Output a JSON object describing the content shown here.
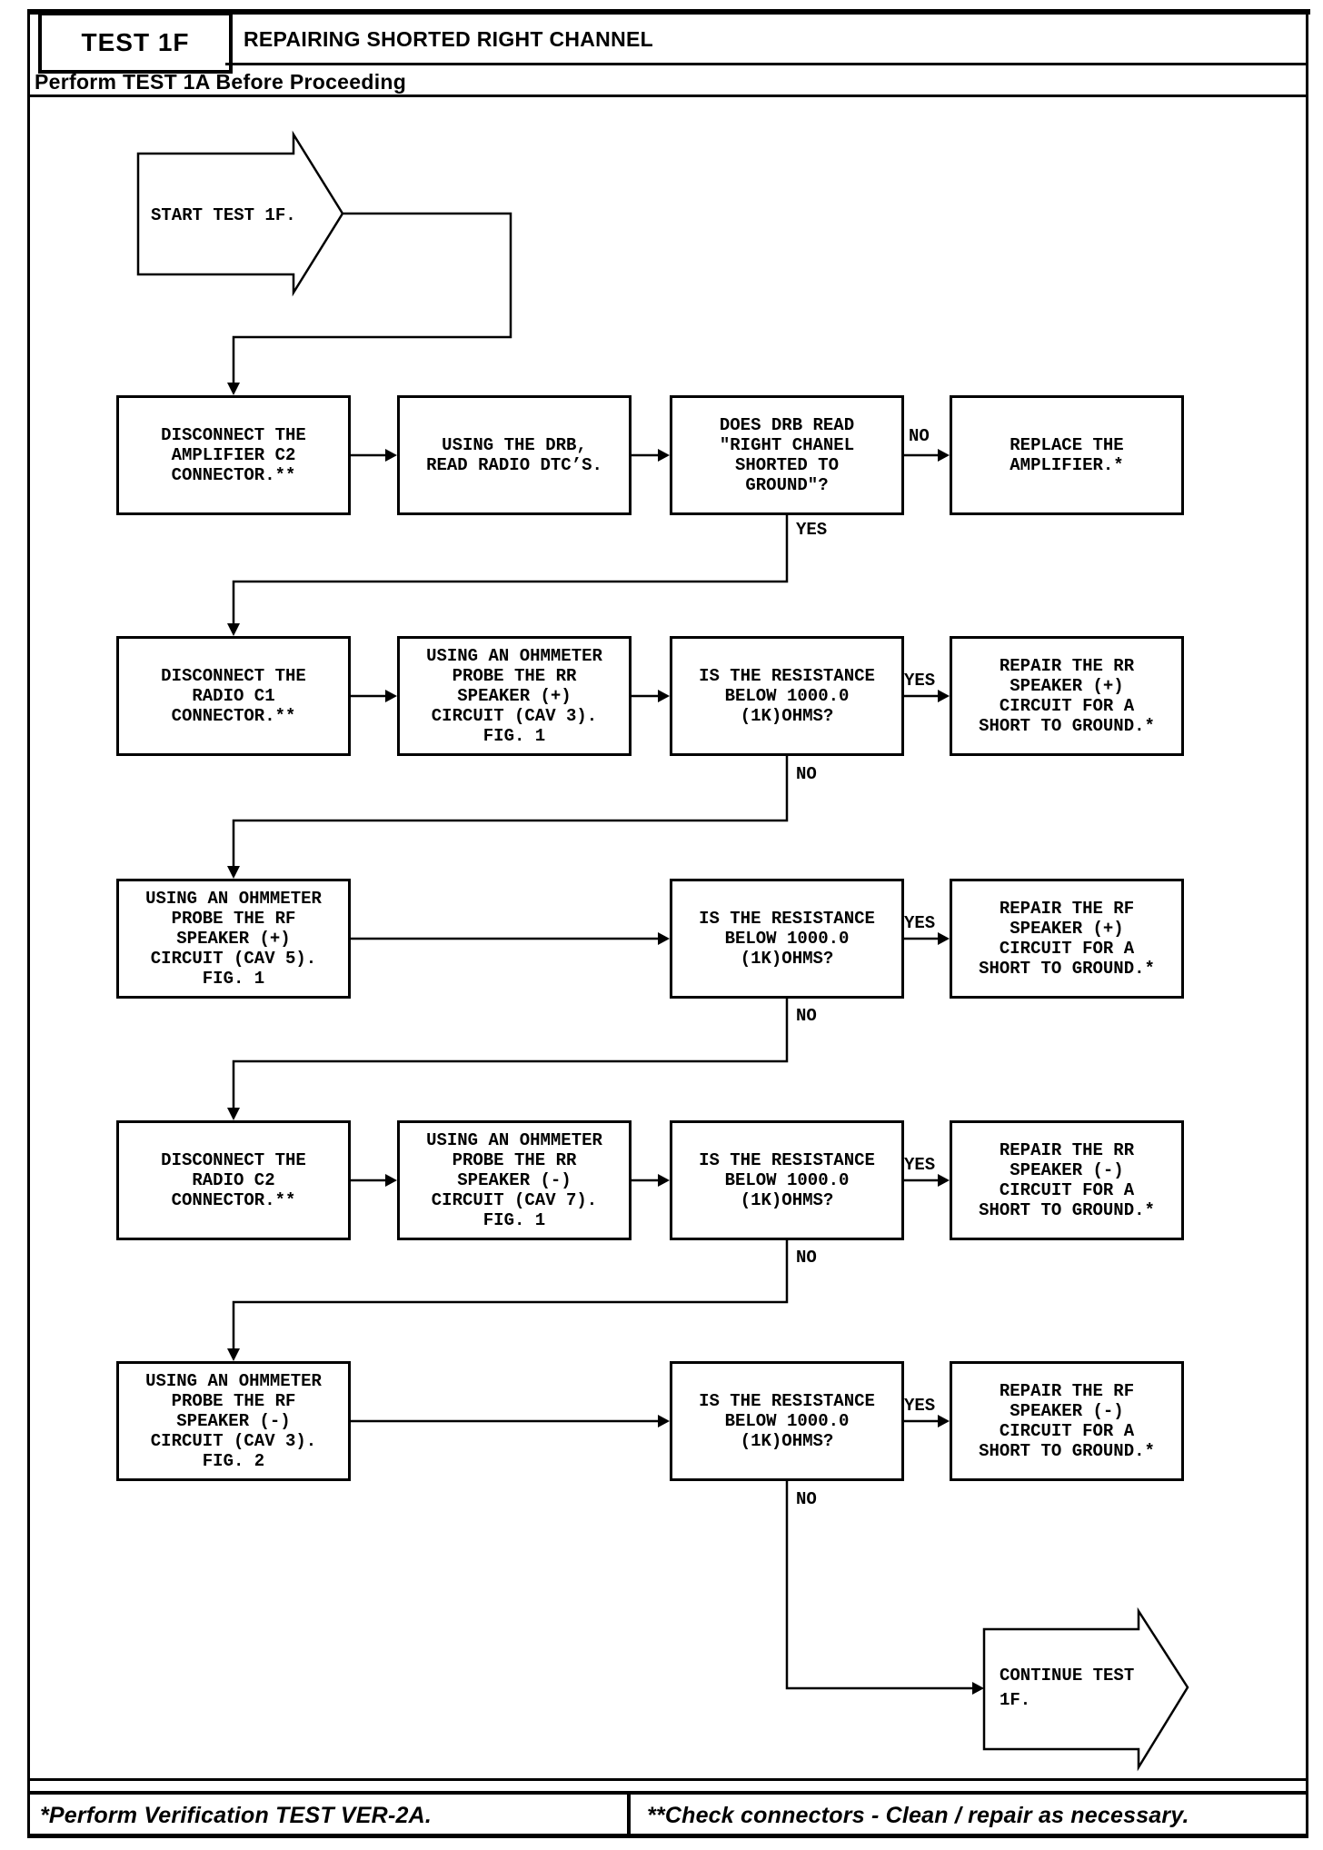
{
  "header": {
    "test_id": "TEST 1F",
    "title": "REPAIRING SHORTED RIGHT CHANNEL",
    "subtitle": "Perform TEST 1A Before Proceeding"
  },
  "start_arrow_label": "START TEST 1F.",
  "continue_arrow_label": "CONTINUE TEST\n1F.",
  "boxes": [
    {
      "id": "r1c1",
      "text": "DISCONNECT THE\nAMPLIFIER C2\nCONNECTOR.**"
    },
    {
      "id": "r1c2",
      "text": "USING THE DRB,\nREAD RADIO DTC’S."
    },
    {
      "id": "r1c3",
      "text": "DOES DRB READ\n\"RIGHT CHANEL\nSHORTED TO\nGROUND\"?"
    },
    {
      "id": "r1c4",
      "text": "REPLACE THE\nAMPLIFIER.*"
    },
    {
      "id": "r2c1",
      "text": "DISCONNECT THE\nRADIO C1\nCONNECTOR.**"
    },
    {
      "id": "r2c2",
      "text": "USING AN OHMMETER\nPROBE THE RR\nSPEAKER (+)\nCIRCUIT (CAV 3).\nFIG. 1"
    },
    {
      "id": "r2c3",
      "text": "IS THE RESISTANCE\nBELOW 1000.0\n(1K)OHMS?"
    },
    {
      "id": "r2c4",
      "text": "REPAIR THE RR\nSPEAKER (+)\nCIRCUIT FOR A\nSHORT TO GROUND.*"
    },
    {
      "id": "r3c1",
      "text": "USING AN OHMMETER\nPROBE THE RF\nSPEAKER (+)\nCIRCUIT (CAV 5).\nFIG. 1"
    },
    {
      "id": "r3c3",
      "text": "IS THE RESISTANCE\nBELOW 1000.0\n(1K)OHMS?"
    },
    {
      "id": "r3c4",
      "text": "REPAIR THE RF\nSPEAKER (+)\nCIRCUIT FOR A\nSHORT TO GROUND.*"
    },
    {
      "id": "r4c1",
      "text": "DISCONNECT THE\nRADIO C2\nCONNECTOR.**"
    },
    {
      "id": "r4c2",
      "text": "USING AN OHMMETER\nPROBE THE RR\nSPEAKER (-)\nCIRCUIT (CAV 7).\nFIG. 1"
    },
    {
      "id": "r4c3",
      "text": "IS THE RESISTANCE\nBELOW 1000.0\n(1K)OHMS?"
    },
    {
      "id": "r4c4",
      "text": "REPAIR THE RR\nSPEAKER (-)\nCIRCUIT FOR A\nSHORT TO GROUND.*"
    },
    {
      "id": "r5c1",
      "text": "USING AN OHMMETER\nPROBE THE RF\nSPEAKER (-)\nCIRCUIT (CAV 3).\nFIG. 2"
    },
    {
      "id": "r5c3",
      "text": "IS THE RESISTANCE\nBELOW 1000.0\n(1K)OHMS?"
    },
    {
      "id": "r5c4",
      "text": "REPAIR THE RF\nSPEAKER (-)\nCIRCUIT FOR A\nSHORT TO GROUND.*"
    }
  ],
  "edge_labels": {
    "r1_no": "NO",
    "r1_yes": "YES",
    "r2_yes": "YES",
    "r2_no": "NO",
    "r3_yes": "YES",
    "r3_no": "NO",
    "r4_yes": "YES",
    "r4_no": "NO",
    "r5_yes": "YES",
    "r5_no": "NO"
  },
  "footer": {
    "left": "*Perform Verification TEST VER-2A.",
    "right": "**Check connectors - Clean / repair as necessary."
  }
}
